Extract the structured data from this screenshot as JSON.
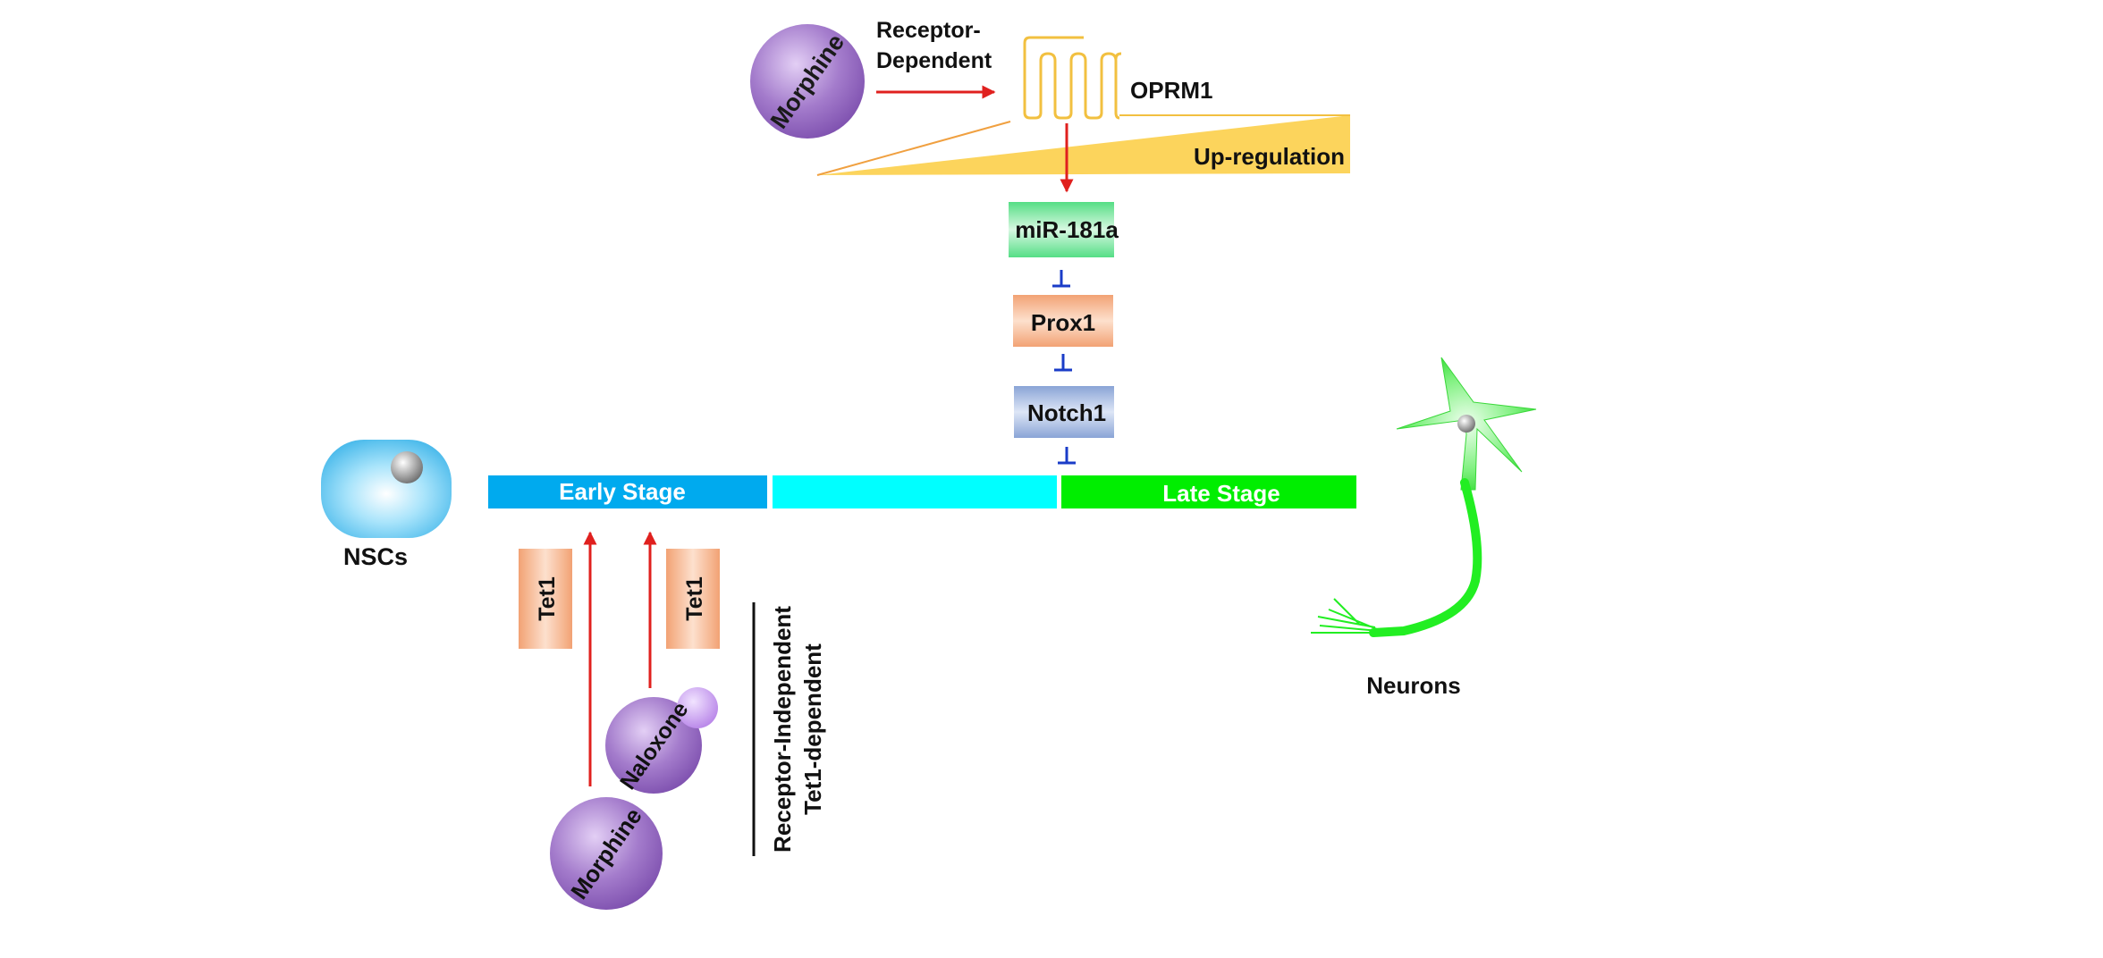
{
  "top_pathway": {
    "morphine_label": "Morphine",
    "route_label_line1": "Receptor-",
    "route_label_line2": "Dependent",
    "receptor_label": "OPRM1",
    "upregulation_label": "Up-regulation"
  },
  "cascade": {
    "mirna_label": "miR-181a",
    "prox1_label": "Prox1",
    "notch1_label": "Notch1"
  },
  "stages": {
    "early_label": "Early Stage",
    "middle_label": "",
    "late_label": "Late Stage"
  },
  "cells": {
    "nsc_label": "NSCs",
    "neuron_label": "Neurons"
  },
  "bottom_pathway": {
    "tet1_left_label": "Tet1",
    "tet1_right_label": "Tet1",
    "naloxone_label": "Naloxone",
    "morphine_label": "Morphine",
    "route_label_line1": "Receptor-Independent",
    "route_label_line2": "Tet1-dependent"
  },
  "colors": {
    "morphine_purple": "#9b6fc4",
    "receptor_gold": "#f2c040",
    "upregulation_fill": "#fcd45c",
    "arrow_red": "#e0201e",
    "inhibit_blue": "#1a3cc8",
    "mirna_green": "#5fe08a",
    "prox1_peach": "#f2a77a",
    "notch1_blue": "#8fa8d8",
    "early_stage_blue": "#00aaee",
    "middle_stage_cyan": "#00ffff",
    "late_stage_green": "#00ee00",
    "nsc_blue": "#50c0ee",
    "neuron_green": "#22ee22"
  }
}
